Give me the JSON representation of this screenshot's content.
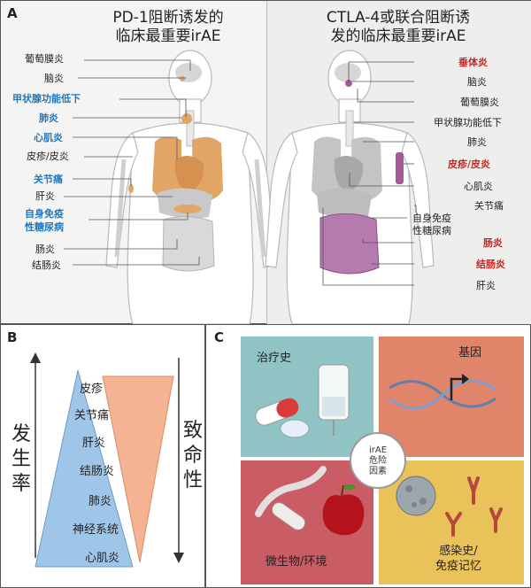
{
  "panelA": {
    "letter": "A",
    "left": {
      "title_line1": "PD-1阻断诱发的",
      "title_line2": "临床最重要irAE",
      "labels": [
        {
          "text": "葡萄膜炎",
          "style": "normal"
        },
        {
          "text": "脑炎",
          "style": "normal"
        },
        {
          "text": "甲状腺功能低下",
          "style": "blue"
        },
        {
          "text": "肺炎",
          "style": "blue"
        },
        {
          "text": "心肌炎",
          "style": "blue"
        },
        {
          "text": "皮疹/皮炎",
          "style": "normal"
        },
        {
          "text": "关节痛",
          "style": "blue"
        },
        {
          "text": "肝炎",
          "style": "normal"
        },
        {
          "text": "自身免疫",
          "style": "blue"
        },
        {
          "text": "性糖尿病",
          "style": "blue"
        },
        {
          "text": "肠炎",
          "style": "normal"
        },
        {
          "text": "结肠炎",
          "style": "normal"
        }
      ]
    },
    "right": {
      "title_line1": "CTLA-4或联合阻断诱",
      "title_line2": "发的临床最重要irAE",
      "labels": [
        {
          "text": "垂体炎",
          "style": "red"
        },
        {
          "text": "脑炎",
          "style": "normal"
        },
        {
          "text": "葡萄膜炎",
          "style": "normal"
        },
        {
          "text": "甲状腺功能低下",
          "style": "normal"
        },
        {
          "text": "肺炎",
          "style": "normal"
        },
        {
          "text": "皮疹/皮炎",
          "style": "red"
        },
        {
          "text": "心肌炎",
          "style": "normal"
        },
        {
          "text": "关节痛",
          "style": "normal"
        },
        {
          "text": "自身免疫",
          "style": "normal"
        },
        {
          "text": "性糖尿病",
          "style": "normal"
        },
        {
          "text": "肠炎",
          "style": "red"
        },
        {
          "text": "结肠炎",
          "style": "red"
        },
        {
          "text": "肝炎",
          "style": "normal"
        }
      ]
    }
  },
  "panelB": {
    "letter": "B",
    "incidence_label": [
      "发",
      "生",
      "率"
    ],
    "mortality_label": [
      "致",
      "命",
      "性"
    ],
    "items": [
      "皮疹",
      "关节痛",
      "肝炎",
      "结肠炎",
      "肺炎",
      "神经系统",
      "心肌炎"
    ]
  },
  "panelC": {
    "letter": "C",
    "center": [
      "irAE",
      "危险",
      "因素"
    ],
    "quadrants": {
      "treatment_history": "治疗史",
      "genes": "基因",
      "microbiome": "微生物/环境",
      "infection_line1": "感染史/",
      "infection_line2": "免疫记忆"
    },
    "colors": {
      "teal": "#8fc3c4",
      "orange": "#e0856a",
      "red": "#c95c65",
      "yellow": "#e9c25a",
      "organ_orange": "#e1a566",
      "organ_purple": "#a45a99",
      "blue_triangle": "#9fc6e8",
      "orange_triangle": "#f4ae8a"
    }
  }
}
